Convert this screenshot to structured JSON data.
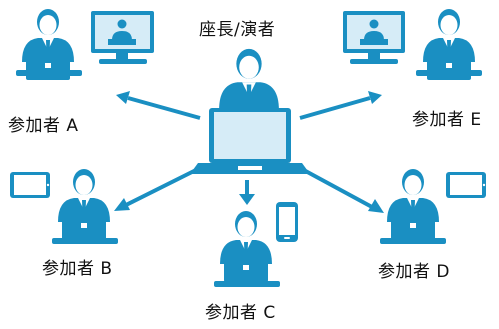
{
  "colors": {
    "primary": "#1a8fc2",
    "screen": "#d6ecf7",
    "face": "#ffffff",
    "text": "#111111"
  },
  "labels": {
    "host": "座長/演者",
    "participant_a": "参加者 A",
    "participant_b": "参加者 B",
    "participant_c": "参加者 C",
    "participant_d": "参加者 D",
    "participant_e": "参加者 E"
  },
  "devices": {
    "participant_a": "desktop-monitor-icon",
    "participant_b": "tablet-icon",
    "participant_c": "smartphone-icon",
    "participant_d": "tablet-icon",
    "participant_e": "desktop-monitor-icon"
  }
}
